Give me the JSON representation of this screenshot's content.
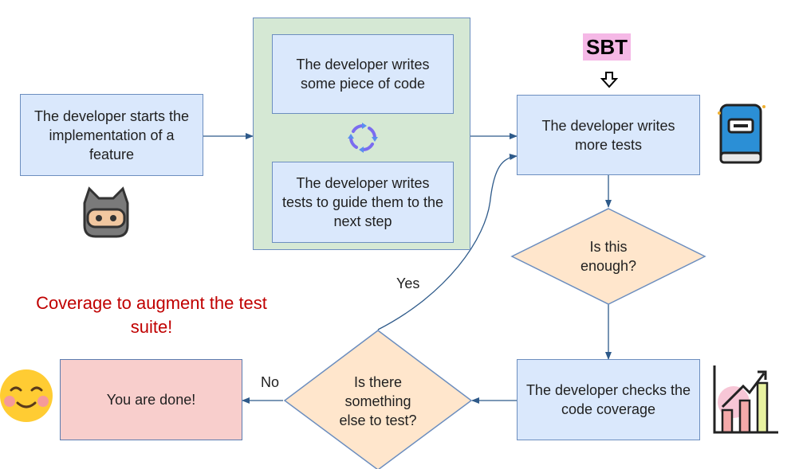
{
  "nodes": {
    "start": "The developer starts the implementation of a feature",
    "write_code": "The developer writes some piece of code",
    "write_guide_tests": "The developer writes tests to guide them to the next step",
    "write_more_tests": "The developer writes more tests",
    "enough": "Is this enough?",
    "check_coverage": "The developer checks the code coverage",
    "else_to_test": "Is there something else to test?",
    "done": "You are done!"
  },
  "edge_labels": {
    "yes": "Yes",
    "no": "No"
  },
  "sbt_label": "SBT",
  "note": "Coverage to augment the test suite!",
  "icons": [
    "ninja-cat-icon",
    "cycle-icon",
    "book-icon",
    "growth-chart-icon",
    "smiley-icon",
    "down-arrow-icon"
  ],
  "colors": {
    "blue_box": "#dae8fc",
    "green_group": "#d5e8d4",
    "diamond": "#ffe6cc",
    "done_box": "#f8cecc",
    "edge": "#2e5a8a",
    "note": "#c00000",
    "sbt_bg": "#f5b8e6"
  }
}
